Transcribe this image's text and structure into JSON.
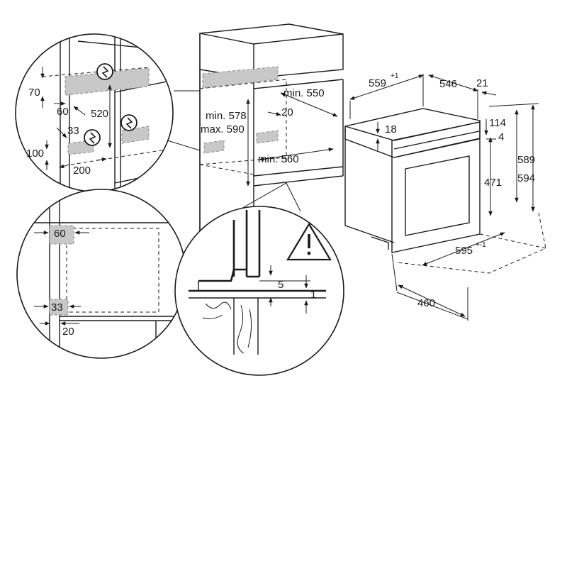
{
  "dimensions": {
    "d559": "559",
    "d559_tol": "+1",
    "d546": "546",
    "d21": "21",
    "d114": "114",
    "d4": "4",
    "d589": "589",
    "d594": "594",
    "d471": "471",
    "d18": "18",
    "d595": "595",
    "d595_tol": "+-1",
    "d460": "460",
    "min550": "min. 550",
    "min578": "min. 578",
    "max590": "max. 590",
    "d20_cab": "20",
    "min560": "min. 560"
  },
  "detail_top_left": {
    "d70": "70",
    "d60": "60",
    "d520": "520",
    "d33": "33",
    "d100": "100",
    "d200": "200"
  },
  "detail_bottom_left": {
    "d60": "60",
    "d33": "33",
    "d20": "20"
  },
  "detail_bottom_middle": {
    "d5": "5",
    "d1": "1"
  },
  "icons": {
    "warning": "warning-triangle-icon",
    "electric": "electric-connection-icon"
  },
  "colors": {
    "line": "#1a1a1a",
    "zone_fill": "#c8c8c8"
  }
}
